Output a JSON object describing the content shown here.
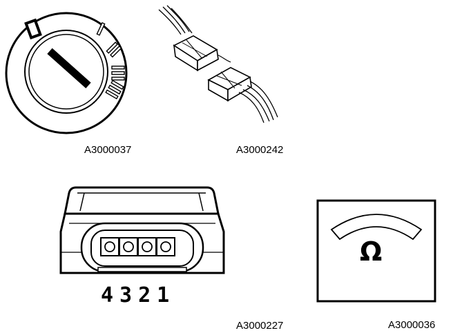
{
  "figures": [
    {
      "id": "ignition-switch",
      "caption": "A3000037",
      "icon": "ignition-switch-icon"
    },
    {
      "id": "plug-connectors",
      "caption": "A3000242",
      "icon": "wire-connector-icon"
    },
    {
      "id": "four-pin-connector",
      "caption": "A3000227",
      "icon": "connector-housing-icon",
      "pin_label": "4321"
    },
    {
      "id": "ohmmeter",
      "caption": "A3000036",
      "icon": "ohmmeter-icon",
      "symbol": "Ω"
    }
  ]
}
